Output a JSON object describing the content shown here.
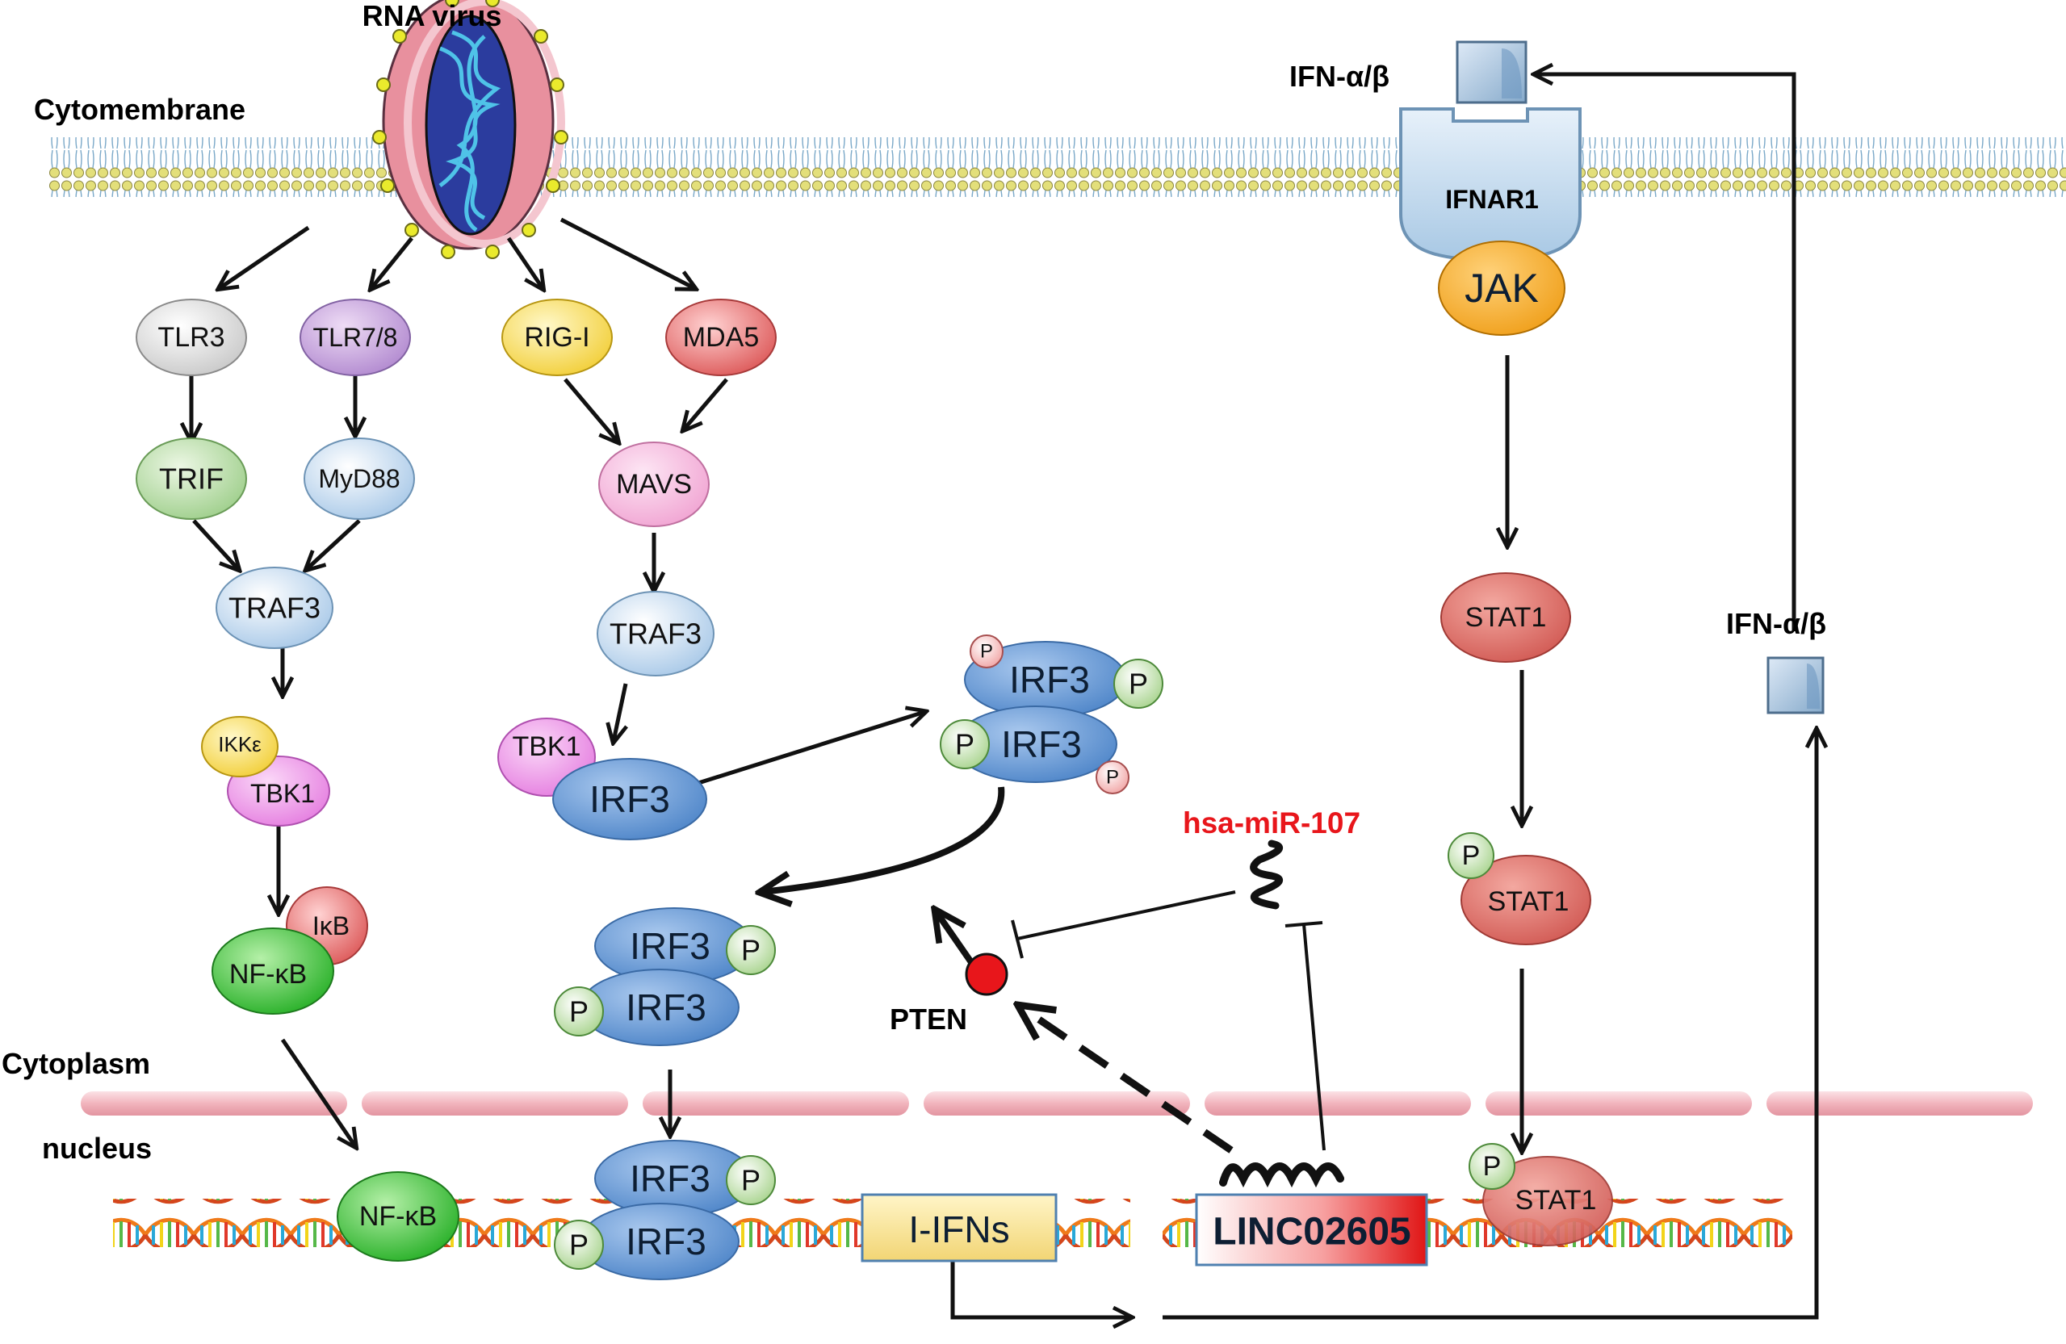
{
  "labels": {
    "rna_virus": "RNA virus",
    "cytomembrane": "Cytomembrane",
    "cytoplasm": "Cytoplasm",
    "nucleus": "nucleus",
    "ifn_top": "IFN-α/β",
    "ifn_right": "IFN-α/β",
    "ifnar1": "IFNAR1",
    "jak": "JAK",
    "mirna": "hsa-miR-107",
    "pten": "PTEN",
    "i_ifns": "I-IFNs",
    "linc": "LINC02605"
  },
  "nodes": {
    "tlr3": "TLR3",
    "tlr78": "TLR7/8",
    "rigi": "RIG-I",
    "mda5": "MDA5",
    "trif": "TRIF",
    "myd88": "MyD88",
    "mavs": "MAVS",
    "traf3_left": "TRAF3",
    "traf3_mid": "TRAF3",
    "ikke": "IKKε",
    "tbk1_left": "TBK1",
    "tbk1_mid": "TBK1",
    "irf3_single": "IRF3",
    "ikb": "IκB",
    "nfkb_cyto": "NF-κB",
    "nfkb_nuc": "NF-κB",
    "irf3_dimer_top_a": "IRF3",
    "irf3_dimer_top_b": "IRF3",
    "irf3_dimer_mid_a": "IRF3",
    "irf3_dimer_mid_b": "IRF3",
    "irf3_dimer_nuc_a": "IRF3",
    "irf3_dimer_nuc_b": "IRF3",
    "stat1_a": "STAT1",
    "stat1_b": "STAT1",
    "stat1_c": "STAT1",
    "phospho": "P"
  },
  "colors": {
    "irf3_blue": "#5b8fd0",
    "stat1_red": "#d9605a",
    "jak_orange": "#f5a623",
    "nfkb_green": "#3bbf3b",
    "pten_red": "#e8161b",
    "mirna_red": "#e8161b",
    "membrane_yellow": "#e3df7a"
  }
}
